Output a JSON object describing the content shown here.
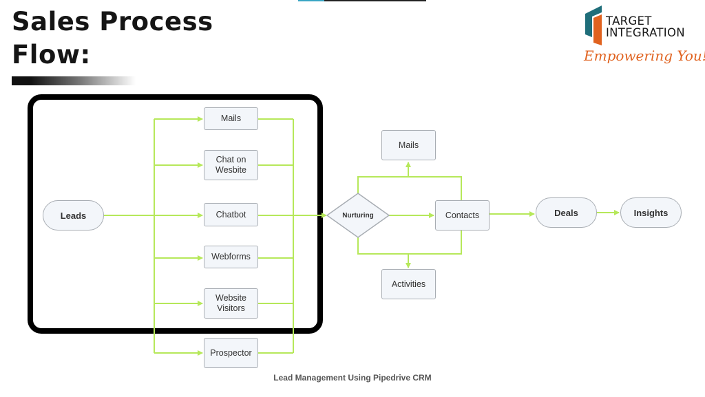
{
  "slide": {
    "title_line1": "Sales Process",
    "title_line2": "Flow:",
    "caption": "Lead Management Using Pipedrive CRM"
  },
  "logo": {
    "name_line1": "TARGET",
    "name_line2": "INTEGRATION",
    "tagline": "Empowering You!",
    "colors": {
      "teal": "#1f6e7a",
      "orange": "#e0621f"
    }
  },
  "flow": {
    "connector_color": "#b6e85a",
    "sources": [
      "Mails",
      "Chat on Wesbite",
      "Chatbot",
      "Webforms",
      "Website Visitors",
      "Prospector"
    ],
    "start": "Leads",
    "decision": "Nurturing",
    "contacts": "Contacts",
    "nurture_outputs": {
      "top": "Mails",
      "bottom": "Activities"
    },
    "deals": "Deals",
    "insights": "Insights"
  }
}
